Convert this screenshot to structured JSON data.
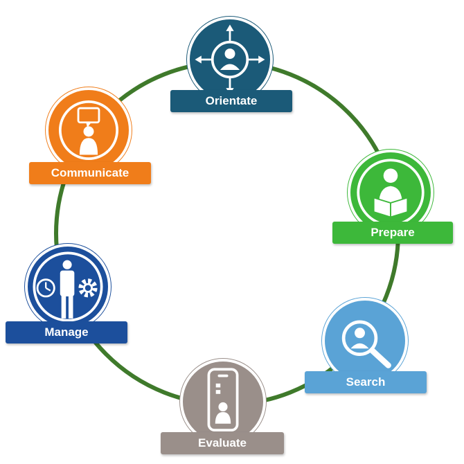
{
  "diagram": {
    "ring_color": "#3f7a2b",
    "nodes": [
      {
        "label": "Orientate",
        "color": "#1b5a78",
        "icon": "person-compass-arrows-icon"
      },
      {
        "label": "Prepare",
        "color": "#3db83a",
        "icon": "person-reading-book-icon"
      },
      {
        "label": "Search",
        "color": "#5aa3d6",
        "icon": "person-magnifier-icon"
      },
      {
        "label": "Evaluate",
        "color": "#9a8f8a",
        "icon": "phone-person-icon"
      },
      {
        "label": "Manage",
        "color": "#1c4f9c",
        "icon": "clock-person-gear-icon"
      },
      {
        "label": "Communicate",
        "color": "#f07d1a",
        "icon": "person-speech-bubble-icon"
      }
    ]
  }
}
